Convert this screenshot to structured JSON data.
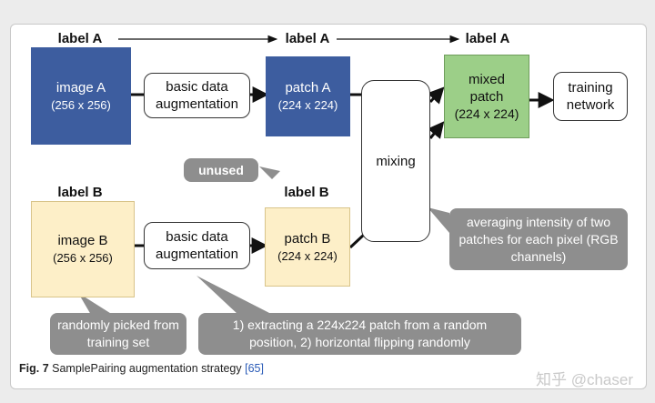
{
  "labels": {
    "label_a": "label A",
    "label_b": "label B"
  },
  "boxes": {
    "image_a": {
      "title": "image A",
      "size": "(256 x 256)"
    },
    "image_b": {
      "title": "image B",
      "size": "(256 x 256)"
    },
    "aug_a": "basic data augmentation",
    "aug_b": "basic data augmentation",
    "patch_a": {
      "title": "patch A",
      "size": "(224 x 224)"
    },
    "patch_b": {
      "title": "patch B",
      "size": "(224 x 224)"
    },
    "mixing": "mixing",
    "mixed_patch": {
      "title": "mixed patch",
      "size": "(224 x 224)"
    },
    "training": "training network"
  },
  "callouts": {
    "unused": "unused",
    "averaging": "averaging intensity of two patches for each pixel (RGB channels)",
    "randomly": "randomly picked from training set",
    "extracting": "1) extracting a 224x224 patch from a random position, 2) horizontal flipping randomly"
  },
  "caption": {
    "fig": "Fig. 7",
    "text": "SamplePairing augmentation strategy",
    "ref": "[65]"
  },
  "watermark": "知乎 @chaser",
  "colors": {
    "blue": "#3d5d9f",
    "yellow": "#fdefc8",
    "green": "#9ccf88",
    "callout_gray": "#8e8e8e"
  }
}
